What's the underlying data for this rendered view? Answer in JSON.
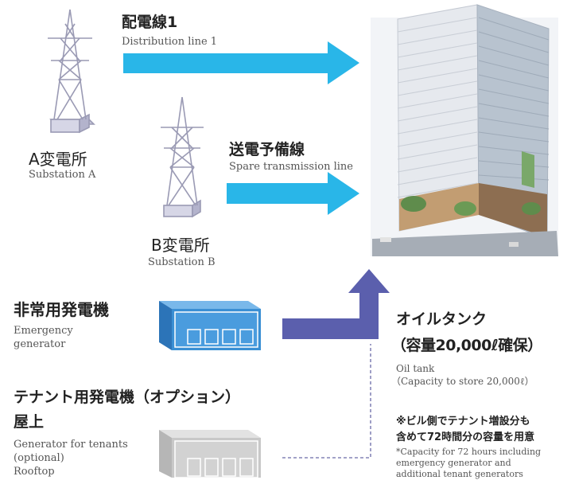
{
  "distribution_line": {
    "jp": "配電線1",
    "en": "Distribution line 1"
  },
  "substation_a": {
    "jp": "A変電所",
    "en": "Substation A"
  },
  "spare_line": {
    "jp": "送電予備線",
    "en": "Spare transmission line"
  },
  "substation_b": {
    "jp": "B変電所",
    "en": "Substation B"
  },
  "emergency": {
    "jp": "非常用発電機",
    "en_1": "Emergency",
    "en_2": "generator"
  },
  "oil_tank": {
    "jp_1": "オイルタンク",
    "jp_2": "（容量20,000ℓ確保）",
    "en_1": "Oil tank",
    "en_2": "（Capacity to store 20,000ℓ）"
  },
  "tenant": {
    "jp_1": "テナント用発電機（オプション）",
    "jp_2": "屋上",
    "en_1": "Generator for tenants",
    "en_2": "(optional)",
    "en_3": "Rooftop"
  },
  "note": {
    "jp_1": "※ビル側でテナント増設分も",
    "jp_2": "含めて72時間分の容量を用意",
    "en_1": "*Capacity for 72 hours including",
    "en_2": "emergency generator and",
    "en_3": "additional tenant generators"
  },
  "colors": {
    "arrow_blue": "#29b6e8",
    "purple": "#5b5fad",
    "generator_blue": "#3a8fd4",
    "tenant_gray": "#c8c8c8",
    "tower": "#9a9ab4",
    "dash": "#6a6aa8"
  }
}
